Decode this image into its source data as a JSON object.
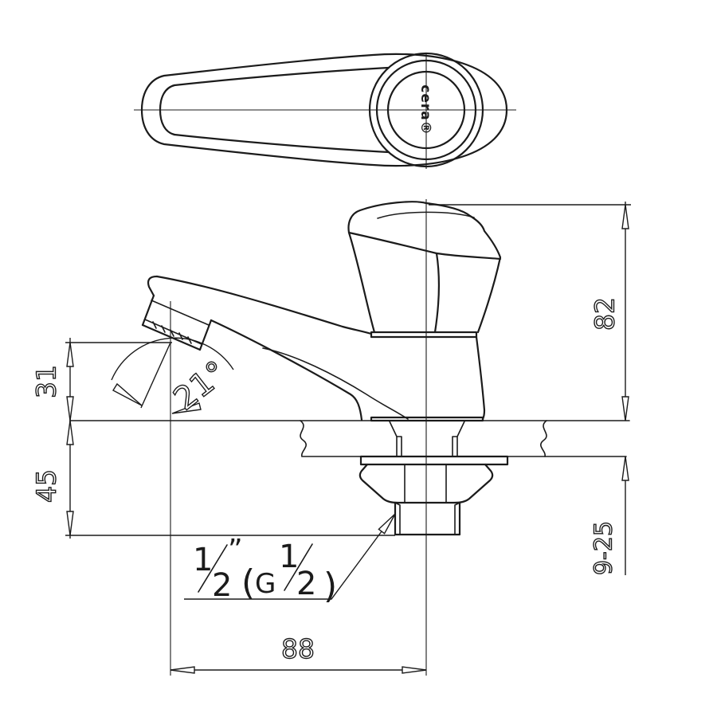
{
  "drawing": {
    "background": "#ffffff",
    "line_color": "#1b1b1b",
    "views": {
      "top_view": {
        "description_name": "handle-top-view",
        "brand": "cera®"
      },
      "side_view": {
        "description_name": "faucet-side-view"
      }
    },
    "dimensions": {
      "left_upper": "31",
      "left_lower": "45",
      "right_upper": "82",
      "right_lower": "9-25",
      "bottom_width": "88",
      "spout_angle": "21°"
    },
    "thread_callout": {
      "full_text": "1/2\"(G 1/2)",
      "num1": "1",
      "den1": "2",
      "inch_mark": "”",
      "open_paren": "(",
      "g": "G",
      "num2": "1",
      "den2": "2",
      "close_paren": ")"
    }
  }
}
